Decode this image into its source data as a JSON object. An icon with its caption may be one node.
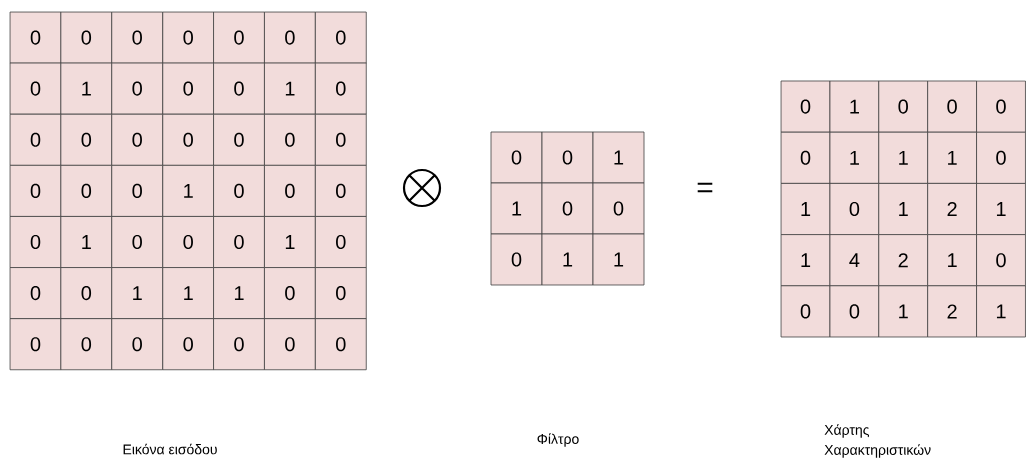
{
  "diagram": {
    "labels": [
      "0",
      "0",
      "0",
      "0",
      "0",
      "0",
      "0",
      "0",
      "1",
      "0",
      "0",
      "0",
      "1",
      "0",
      "0",
      "0",
      "0",
      "0",
      "0",
      "0",
      "0",
      "0",
      "0",
      "0",
      "1",
      "0",
      "0",
      "0",
      "0",
      "1",
      "0",
      "0",
      "0",
      "1",
      "0",
      "0",
      "0",
      "1",
      "1",
      "1",
      "0",
      "0",
      "0",
      "0",
      "0",
      "0",
      "0",
      "0",
      "0",
      "0",
      "0",
      "1",
      "1",
      "0",
      "0",
      "0",
      "1",
      "1",
      "=",
      "0",
      "1",
      "0",
      "0",
      "0",
      "0",
      "1",
      "1",
      "1",
      "0",
      "1",
      "0",
      "1",
      "2",
      "1",
      "1",
      "4",
      "2",
      "1",
      "0",
      "0",
      "0",
      "1",
      "2",
      "1",
      "Εικόνα εισόδου",
      "Φίλτρο",
      "Χάρτης Χαρακτηριστικών"
    ]
  }
}
